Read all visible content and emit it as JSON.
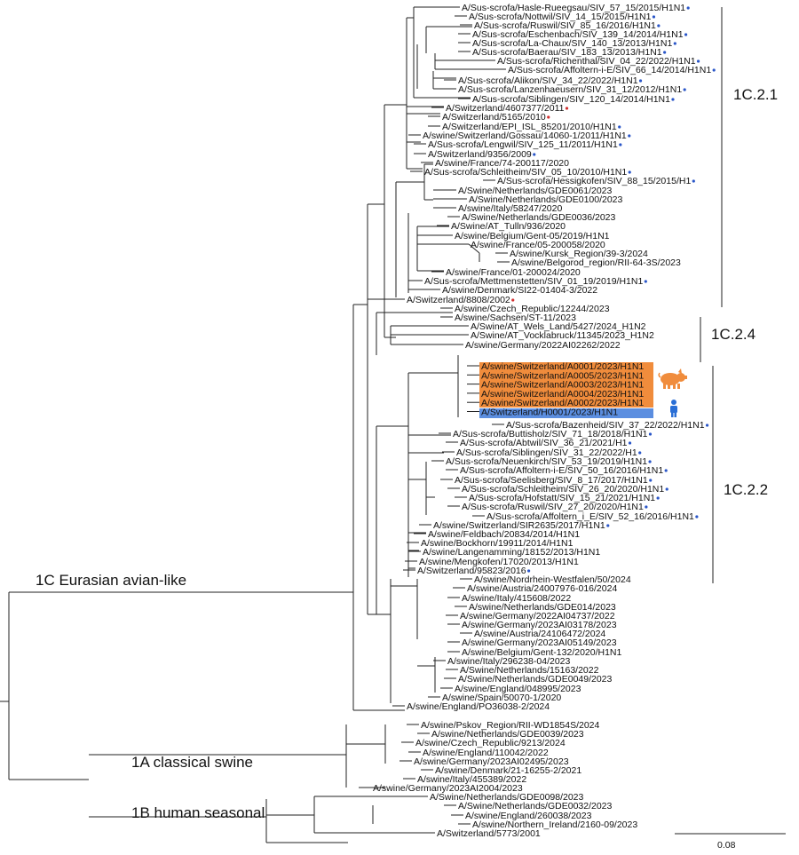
{
  "colors": {
    "highlight_swine": "#f08c3c",
    "highlight_human": "#5b8ee0",
    "marker": "#2a56c8",
    "marker_red": "#d23030"
  },
  "clades": {
    "c1C": "1C Eurasian avian-like",
    "c1A": "1A classical swine",
    "c1B": "1B human seasonal"
  },
  "subclades": {
    "c121": "1C.2.1",
    "c124": "1C.2.4",
    "c122": "1C.2.2"
  },
  "scale": {
    "label": "0.08"
  },
  "icons": {
    "swine": "pig-icon",
    "human": "person-icon"
  },
  "leaves": [
    "A/Sus-scrofa/Hasle-Rueegsau/SIV_57_15/2015/H1N1",
    "A/Sus-scrofa/Nottwil/SIV_14_15/2015/H1N1",
    "A/Sus-scrofa/Ruswil/SIV_85_16/2016/H1N1",
    "A/Sus-scrofa/Eschenbach/SIV_139_14/2014/H1N1",
    "A/Sus-scrofa/La-Chaux/SIV_140_13/2013/H1N1",
    "A/Sus-scrofa/Baerau/SIV_183_13/2013/H1N1",
    "A/Sus-scrofa/Richenthal/SIV_04_22/2022/H1N1",
    "A/Sus-scrofa/Affoltern-i-E/SIV_66_14/2014/H1N1",
    "A/Sus-scrofa/Alikon/SIV_34_22/2022/H1N1",
    "A/Sus-scrofa/Lanzenhaeusern/SIV_31_12/2012/H1N1",
    "A/Sus-scrofa/Siblingen/SIV_120_14/2014/H1N1",
    "A/Switzerland/4607377/2011",
    "A/Switzerland/5165/2010",
    "A/Switzerland/EPI_ISL_85201/2010/H1N1",
    "A/swine/Switzerland/Gossau/14060-1/2011/H1N1",
    "A/Sus-scrofa/Lengwil/SIV_125_11/2011/H1N1",
    "A/Switzerland/9356/2009",
    "A/swine/France/74-200117/2020",
    "A/Sus-scrofa/Schleitheim/SIV_05_10/2010/H1N1",
    "A/Sus-scrofa/Hessigkofen/SIV_88_15/2015/H1",
    "A/Swine/Netherlands/GDE0061/2023",
    "A/Swine/Netherlands/GDE0100/2023",
    "A/swine/Italy/58247/2020",
    "A/Swine/Netherlands/GDE0036/2023",
    "A/Swine/AT_Tulln/936/2020",
    "A/swine/Belgium/Gent-05/2019/H1N1",
    "A/swine/France/05-200058/2020",
    "A/swine/Kursk_Region/39-3/2024",
    "A/swine/Belgorod_region/RII-64-3S/2023",
    "A/swine/France/01-200024/2020",
    "A/Sus-scrofa/Mettmenstetten/SIV_01_19/2019/H1N1",
    "A/swine/Denmark/SI22-01404-3/2022",
    "A/Switzerland/8808/2002",
    "A/swine/Czech_Republic/12244/2023",
    "A/swine/Sachsen/ST-11/2023",
    "A/Swine/AT_Wels_Land/5427/2024_H1N2",
    "A/Swine/AT_Vocklabruck/11345/2023_H1N2",
    "A/swine/Germany/2022AI02262/2022",
    "A/swine/Switzerland/A0001/2023/H1N1",
    "A/swine/Switzerland/A0005/2023/H1N1",
    "A/swine/Switzerland/A0003/2023/H1N1",
    "A/swine/Switzerland/A0004/2023/H1N1",
    "A/swine/Switzerland/A0002/2023/H1N1",
    "A/Switzerland/H0001/2023/H1N1",
    "A/Sus-scrofa/Bazenheid/SIV_37_22/2022/H1N1",
    "A/Sus-scrofa/Buttisholz/SIV_71_18/2018/H1N1",
    "A/Sus-scrofa/Abtwil/SIV_36_21/2021/H1",
    "A/Sus-scrofa/Siblingen/SIV_31_22/2022/H1",
    "A/Sus-scrofa/Neuenkirch/SIV_53_19/2019/H1N1",
    "A/Sus-scrofa/Affoltern-i-E/SIV_50_16/2016/H1N1",
    "A/Sus-scrofa/Seelisberg/SIV_8_17/2017/H1N1",
    "A/Sus-scrofa/Schleitheim/SIV_26_20/2020/H1N1",
    "A/Sus-scrofa/Hofstatt/SIV_15_21/2021/H1N1",
    "A/Sus-scrofa/Ruswil/SIV_27_20/2020/H1N1",
    "A/Sus-scrofa/Affoltern_i_E/SIV_52_16/2016/H1N1",
    "A/swine/Switzerland/SIR2635/2017/H1N1",
    "A/swine/Feldbach/20834/2014/H1N1",
    "A/swine/Bockhorn/19911/2014/H1N1",
    "A/swine/Langenamming/18152/2013/H1N1",
    "A/swine/Mengkofen/17020/2013/H1N1",
    "A/Switzerland/95823/2016",
    "A/swine/Nordrhein-Westfalen/50/2024",
    "A/swine/Austria/24007976-016/2024",
    "A/swine/Italy/415608/2022",
    "A/swine/Netherlands/GDE014/2023",
    "A/swine/Germany/2022AI04737/2022",
    "A/swine/Germany/2023AI03178/2023",
    "A/swine/Austria/24106472/2024",
    "A/swine/Germany/2023AI05149/2023",
    "A/swine/Belgium/Gent-132/2020/H1N1",
    "A/swine/Italy/296238-04/2023",
    "A/Swine/Netherlands/15163/2022",
    "A/Swine/Netherlands/GDE0049/2023",
    "A/swine/England/048995/2023",
    "A/swine/Spain/50070-1/2020",
    "A/swine/England/PO36038-2/2024",
    "A/swine/Pskov_Region/RII-WD1854S/2024",
    "A/swine/Netherlands/GDE0039/2023",
    "A/swine/Czech_Republic/9213/2024",
    "A/swine/England/110042/2022",
    "A/swine/Germany/2023AI02495/2023",
    "A/swine/Denmark/21-16255-2/2021",
    "A/swine/Italy/455389/2022",
    "A/swine/Germany/2023AI2004/2023",
    "A/Swine/Netherlands/GDE0098/2023",
    "A/Swine/Netherlands/GDE0032/2023",
    "A/swine/England/260038/2023",
    "A/swine/Northern_Ireland/2160-09/2023",
    "A/Switzerland/5773/2001"
  ]
}
